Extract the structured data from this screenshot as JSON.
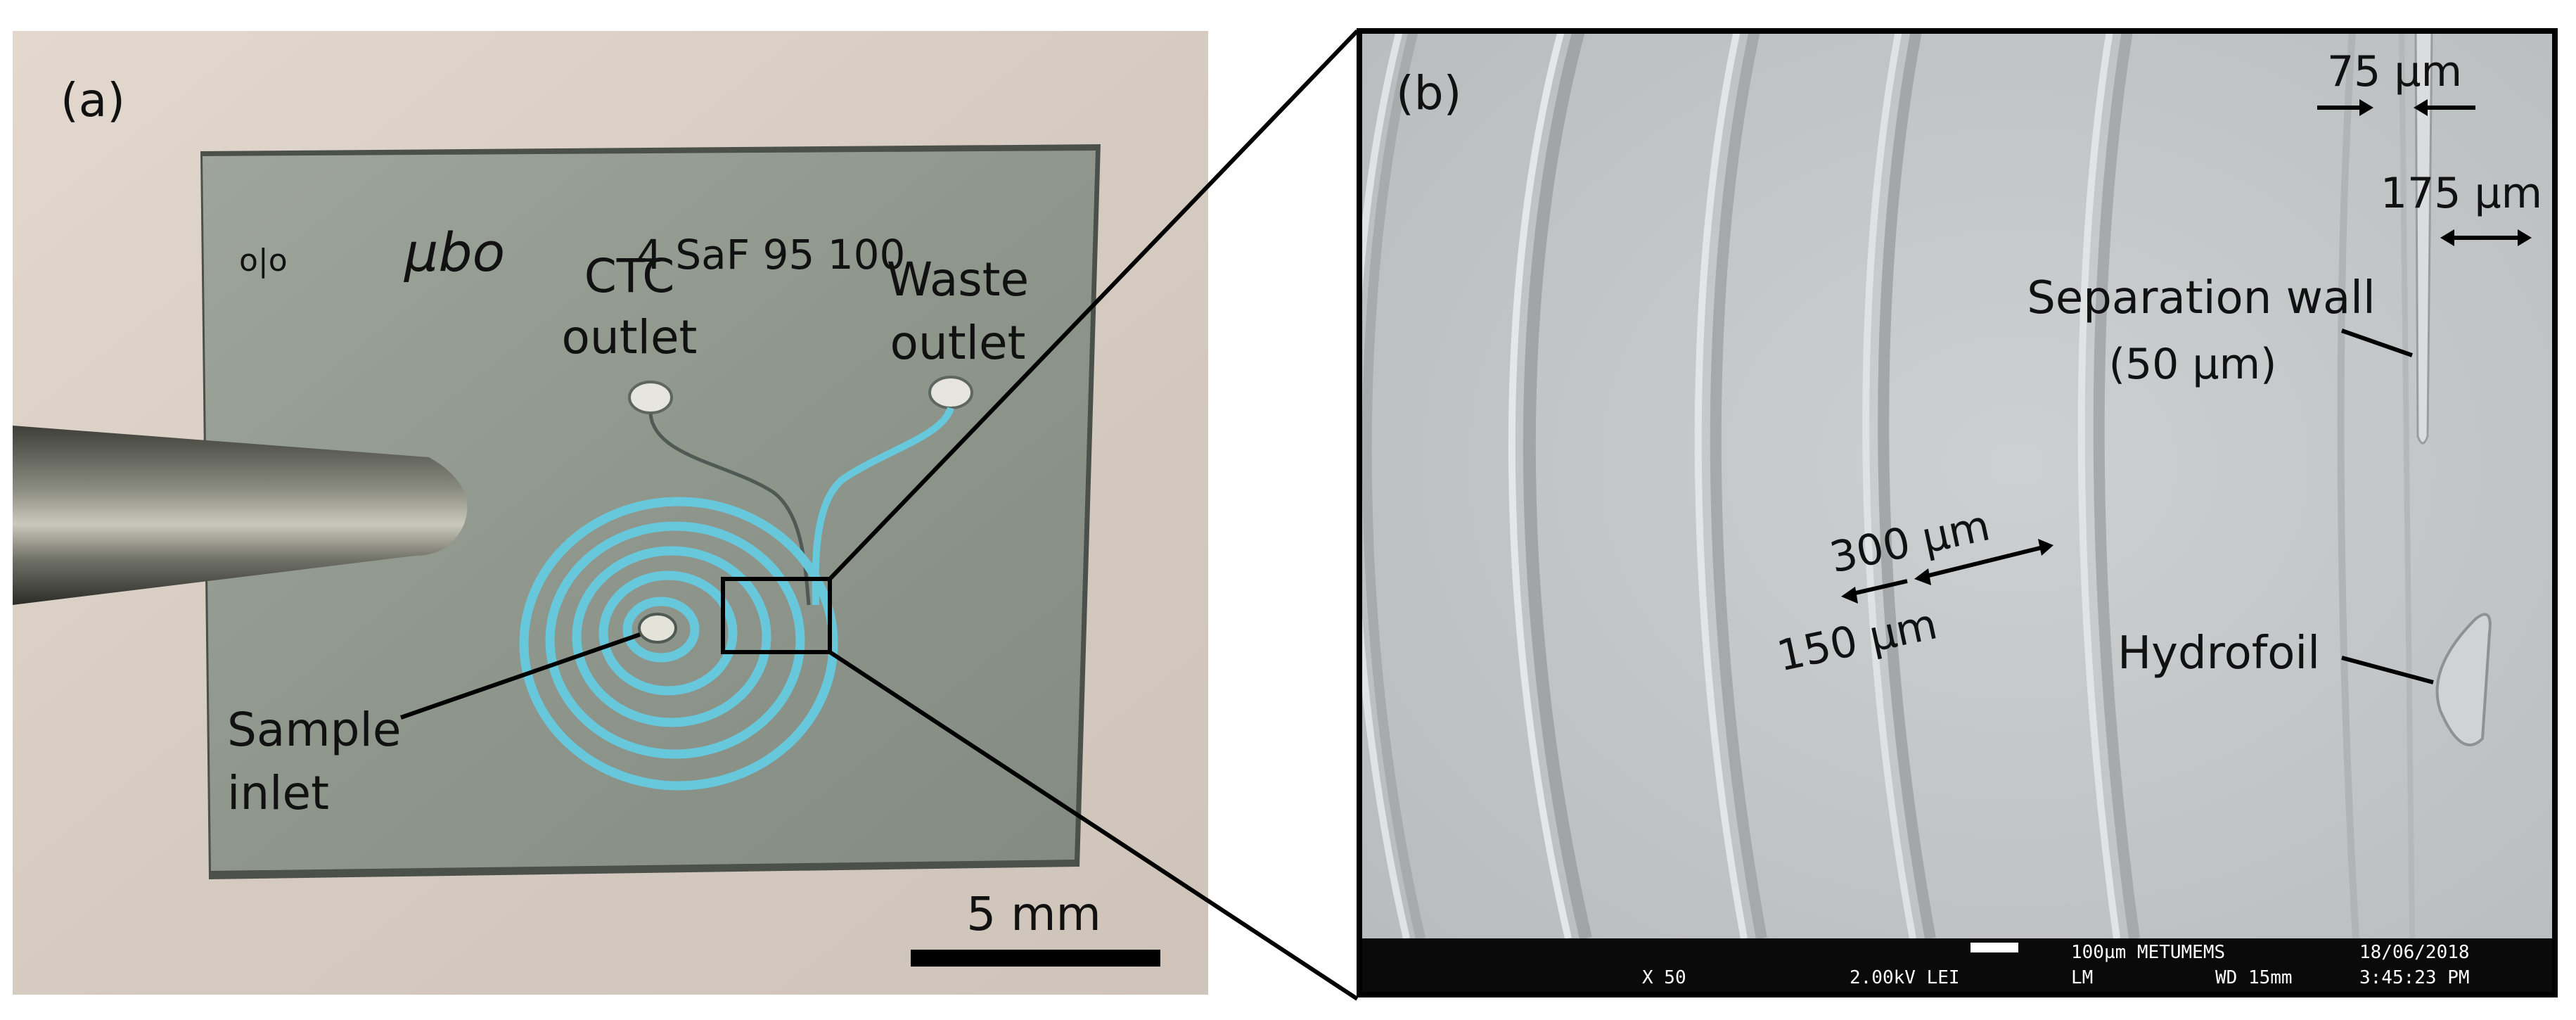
{
  "panel_a": {
    "label": "(a)",
    "chip_text": "4 SaF 95 100",
    "logo": "μbo",
    "chip_small": "o|o",
    "ctc_outlet": [
      "CTC",
      "outlet"
    ],
    "waste_outlet": [
      "Waste",
      "outlet"
    ],
    "sample_inlet": [
      "Sample",
      "inlet"
    ],
    "scale_bar": "5 mm"
  },
  "panel_b": {
    "label": "(b)",
    "dim_75": "75 µm",
    "dim_175": "175 µm",
    "separation_wall": "Separation wall",
    "separation_wall_size": "(50 µm)",
    "dim_300": "300 µm",
    "dim_150": "150 µm",
    "hydrofoil": "Hydrofoil",
    "sem_bar": {
      "mag": "X 50",
      "voltage": "2.00kV LEI",
      "scale": "100µm METUMEMS",
      "lm": "LM",
      "wd": "WD 15mm",
      "date": "18/06/2018",
      "time": "3:45:23 PM"
    }
  },
  "colors": {
    "channel": "#67c8dc",
    "sem_background": "#c3c6c7",
    "photo_background": "#d8cdc3"
  }
}
